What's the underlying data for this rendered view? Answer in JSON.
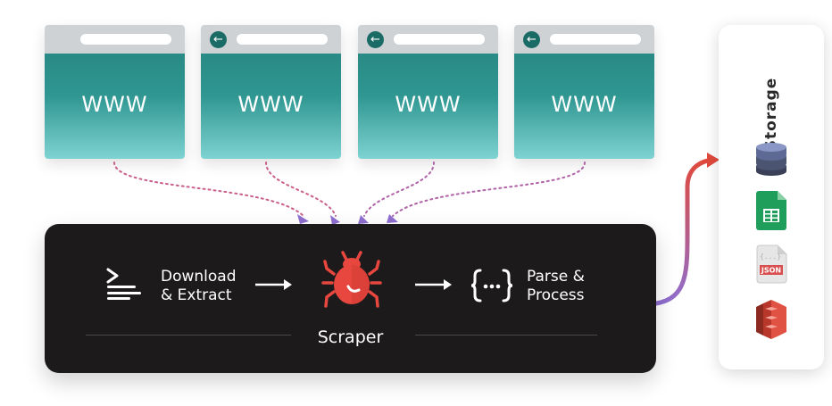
{
  "browsers": [
    {
      "label": "WWW",
      "has_back_button": false
    },
    {
      "label": "WWW",
      "has_back_button": true
    },
    {
      "label": "WWW",
      "has_back_button": true
    },
    {
      "label": "WWW",
      "has_back_button": true
    }
  ],
  "scraper": {
    "title": "Scraper",
    "download_line1": "Download",
    "download_line2": "& Extract",
    "parse_line1": "Parse &",
    "parse_line2": "Process",
    "bug_color": "#e8473f"
  },
  "storage": {
    "title": "Storage",
    "items": [
      "database-icon",
      "google-sheets-icon",
      "json-file-icon",
      "aws-s3-icon"
    ]
  },
  "colors": {
    "browser_teal": "#2f9691",
    "panel_dark": "#1c1a1b",
    "arrow_purple": "#8f6fd0",
    "arrow_red": "#e04a3c"
  }
}
